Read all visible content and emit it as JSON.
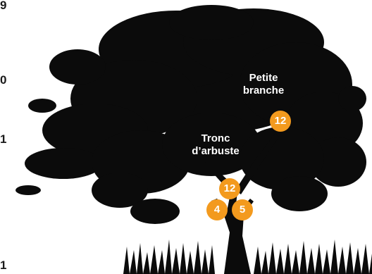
{
  "edge_numbers": [
    "9",
    "0",
    "1",
    "1"
  ],
  "labels": {
    "petite_branche": [
      "Petite",
      "branche"
    ],
    "tronc_arbuste": [
      "Tronc",
      "d’arbuste"
    ]
  },
  "badges": {
    "branch": "12",
    "upper_trunk": "12",
    "left_trunk": "4",
    "right_trunk": "5"
  },
  "colors": {
    "badge": "#f39a1e",
    "tree": "#0b0b0b",
    "label_text": "#ffffff",
    "background": "#ffffff"
  },
  "icons": {
    "tree": "tree-silhouette-icon",
    "grass": "grass-icon"
  }
}
